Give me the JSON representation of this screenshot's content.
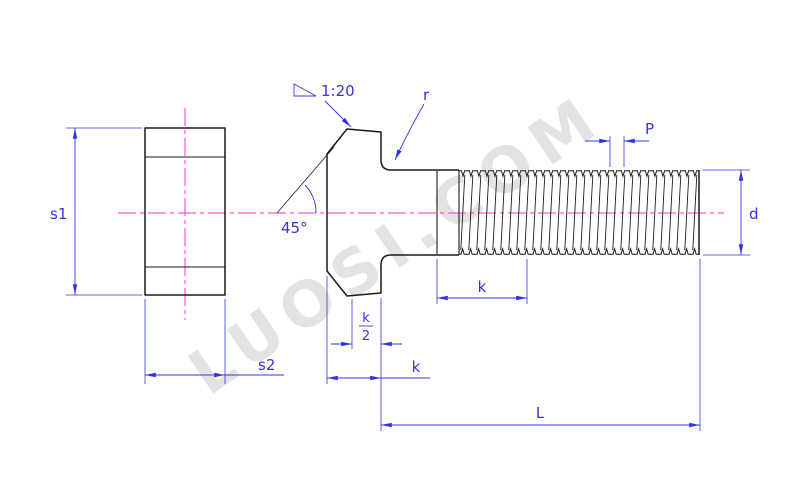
{
  "watermark": "LUOSI.COM",
  "labels": {
    "taper": "1:20",
    "radius": "r",
    "angle": "45°",
    "pitch": "P",
    "diameter": "d",
    "width_s1": "s1",
    "width_s2": "s2",
    "head_height_k": "k",
    "neck_k": "k",
    "k_half_num": "k",
    "k_half_den": "2",
    "length": "L"
  },
  "colors": {
    "dimension": "#3434dd",
    "centerline": "#ff33cc",
    "outline": "#1a1a1a",
    "watermark": "#d2d2d2",
    "background": "#ffffff"
  }
}
